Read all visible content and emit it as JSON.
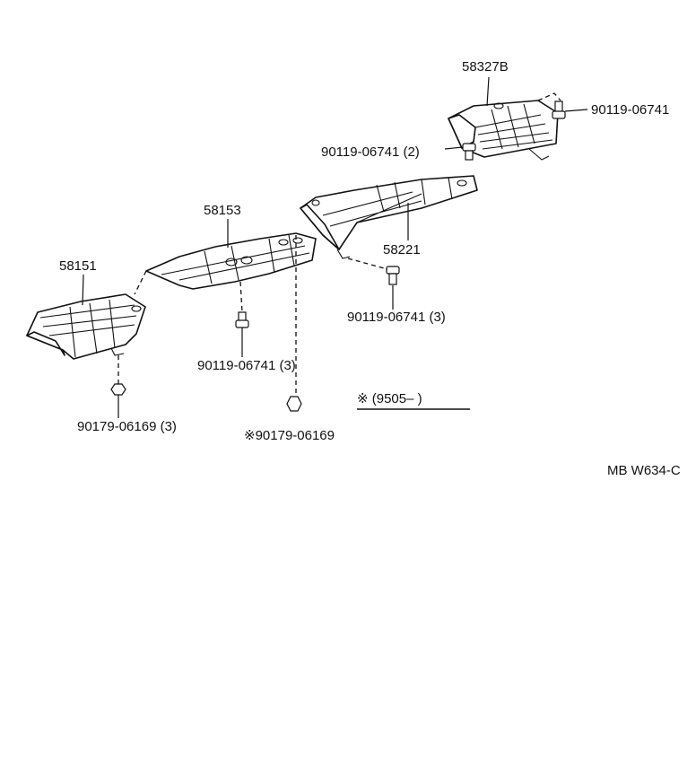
{
  "labels": {
    "p58327b": "58327B",
    "p58153": "58153",
    "p58151": "58151",
    "p58221": "58221",
    "bolt_top_right": "90119-06741",
    "bolt_top_left": "90119-06741 (2)",
    "bolt_mid_right": "90119-06741 (3)",
    "bolt_mid_left": "90119-06741 (3)",
    "nut_left": "90179-06169 (3)",
    "nut_mid": "※90179-06169",
    "note": "※ (9505–        )",
    "diagram_code": "MB  W634-C"
  }
}
